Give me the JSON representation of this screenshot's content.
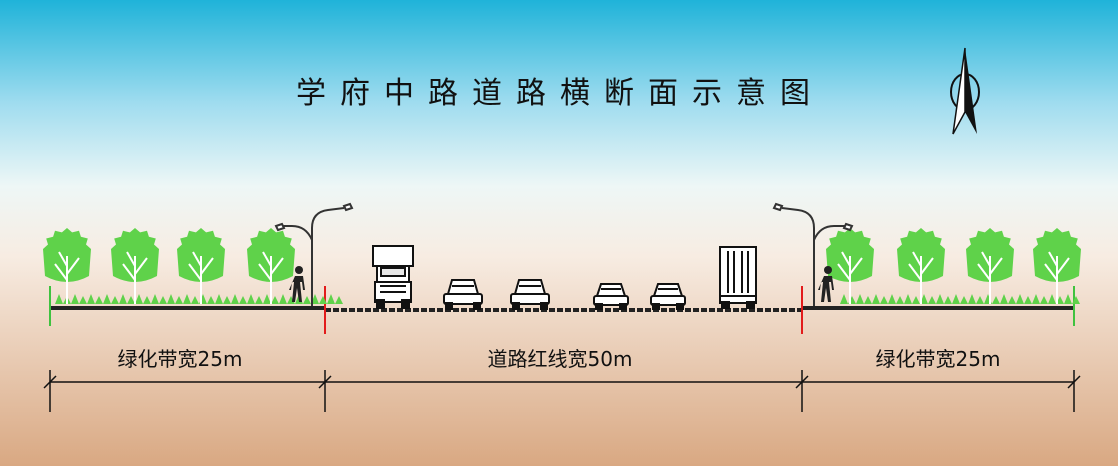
{
  "title": "学府中路道路横断面示意图",
  "labels": {
    "left_green_belt": "绿化带宽25m",
    "road_red_line": "道路红线宽50m",
    "right_green_belt": "绿化带宽25m"
  },
  "icons": [
    "north-arrow-icon",
    "tree-icon",
    "street-lamp-icon",
    "pedestrian-icon",
    "truck-icon",
    "car-icon",
    "bus-icon"
  ],
  "colors": {
    "sky_top": "#1fb3d9",
    "sky_mid": "#c9ecf6",
    "ground_bottom": "#d9a882",
    "tree_green": "#5fd24a",
    "boundary_red": "#e21b1b",
    "road_black": "#222222"
  }
}
